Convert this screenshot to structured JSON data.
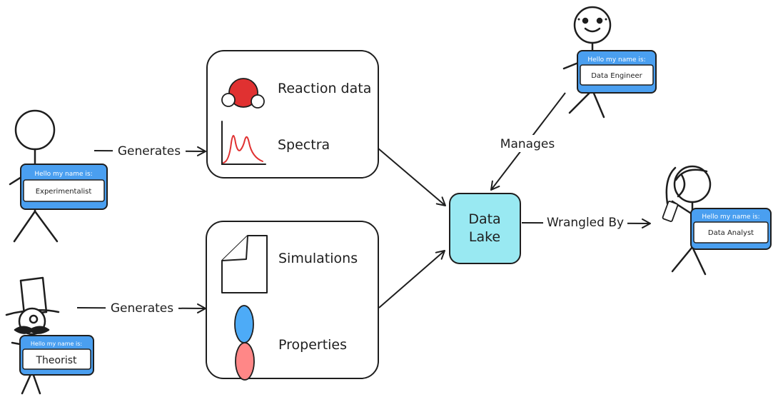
{
  "badge_header": "Hello my name is:",
  "people": {
    "experimentalist": "Experimentalist",
    "theorist": "Theorist",
    "data_engineer": "Data Engineer",
    "data_analyst": "Data Analyst"
  },
  "sources": {
    "reaction_data": "Reaction data",
    "spectra": "Spectra",
    "simulations": "Simulations",
    "properties": "Properties"
  },
  "data_lake": {
    "line1": "Data",
    "line2": "Lake"
  },
  "edges": {
    "experimentalist_generates": "Generates",
    "theorist_generates": "Generates",
    "manages": "Manages",
    "wrangled_by": "Wrangled By"
  },
  "colors": {
    "badge_blue": "#4a9ff0",
    "lake_fill": "#99e9f2",
    "red_atom": "#e03131",
    "spectrum_line": "#e03131",
    "blue_blob": "#4dabf7",
    "pink_blob": "#ff8787"
  }
}
